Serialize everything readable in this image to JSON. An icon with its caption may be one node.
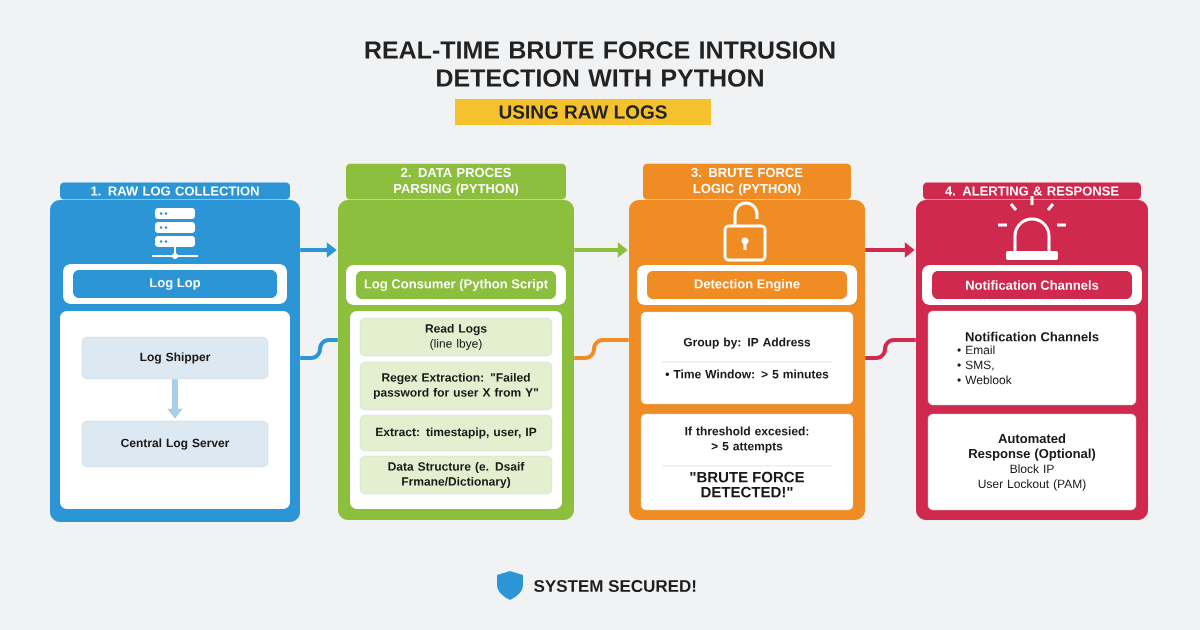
{
  "diagram": {
    "title": "REAL-TIME BRUTE FORCE INTRUSION DETECTION WITH PYTHON",
    "nodes": [
      {
        "text": [
          "USING RAW LOGS"
        ]
      },
      {
        "text": [
          "1. RAW LOG COLLECTION"
        ]
      },
      {
        "text": [
          "Log Lop"
        ],
        "in": 1
      },
      {
        "text": [],
        "shape": "box",
        "in": 1
      },
      {
        "text": [
          "Log Shipper"
        ],
        "in": 3
      },
      {
        "text": [
          "Central Log Server"
        ],
        "in": 3
      },
      {
        "text": [
          "2. DATA PROCES PARSING (PYTHON)"
        ]
      },
      {
        "text": [
          "Log Consumer (Python Script"
        ],
        "in": 6
      },
      {
        "text": [],
        "shape": "box",
        "in": 6
      },
      {
        "text": [
          "Read Logs",
          "(line lbye)"
        ],
        "in": 8
      },
      {
        "text": [
          "Regex Extraction: \"Failed password for user X from Y\""
        ],
        "in": 8
      },
      {
        "text": [
          "Extract: timestapip, user, IP"
        ],
        "in": 8
      },
      {
        "text": [
          "Data Structure (e. Dsaif Frmane/Dictionary)"
        ],
        "in": 8
      },
      {
        "text": [
          "3. BRUTE FORCE LOGIC (PYTHON)"
        ]
      },
      {
        "text": [
          "Detection Engine"
        ],
        "in": 13
      },
      {
        "text": [
          "Group by: IP Address",
          "• Time Window: > 5 minutes"
        ],
        "in": 13
      },
      {
        "text": [
          "If threshold excesied: > 5 attempts",
          "\"BRUTE FORCE DETECTED!\""
        ],
        "in": 13
      },
      {
        "text": [
          "4. ALERTING & RESPONSE"
        ]
      },
      {
        "text": [
          "Notification Channels"
        ],
        "in": 17
      },
      {
        "text": [
          "Notification Channels",
          "• Email",
          "• SMS,",
          "• Weblook"
        ],
        "in": 17
      },
      {
        "text": [
          "Automated Response (Optional)",
          "Block IP",
          "User Lockout (PAM)"
        ],
        "in": 17
      }
    ],
    "edges": [
      {
        "from": 4,
        "to": 5,
        "arrow": "to",
        "color": "#a9cfe8"
      },
      {
        "from": 1,
        "to": 6,
        "arrow": "to",
        "color": "#2b95d6"
      },
      {
        "from": 1,
        "to": 6,
        "arrow": "none",
        "color": "#2b95d6"
      },
      {
        "from": 6,
        "to": 13,
        "arrow": "to",
        "color": "#8dbf3f"
      },
      {
        "from": 6,
        "to": 13,
        "arrow": "none",
        "color": "#f08c24"
      },
      {
        "from": 13,
        "to": 17,
        "arrow": "to",
        "color": "#d0294e"
      },
      {
        "from": 13,
        "to": 17,
        "arrow": "none",
        "color": "#d0294e"
      }
    ],
    "labels": [
      "SYSTEM SECURED!"
    ]
  }
}
